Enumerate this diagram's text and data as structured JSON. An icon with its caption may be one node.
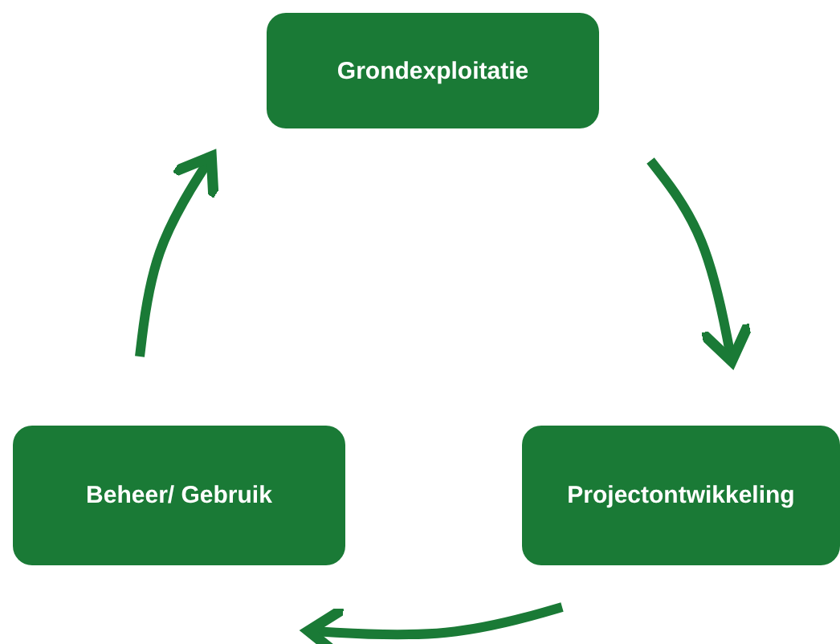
{
  "diagram": {
    "nodes": [
      {
        "text": [
          "Grondexploitatie"
        ]
      },
      {
        "text": [
          "Projectontwikkeling"
        ]
      },
      {
        "text": [
          "Beheer/ Gebruik"
        ]
      }
    ],
    "edges": [
      {
        "from": 0,
        "to": 1,
        "arrow": "to"
      },
      {
        "from": 1,
        "to": 2,
        "arrow": "to"
      },
      {
        "from": 2,
        "to": 0,
        "arrow": "to"
      }
    ]
  }
}
